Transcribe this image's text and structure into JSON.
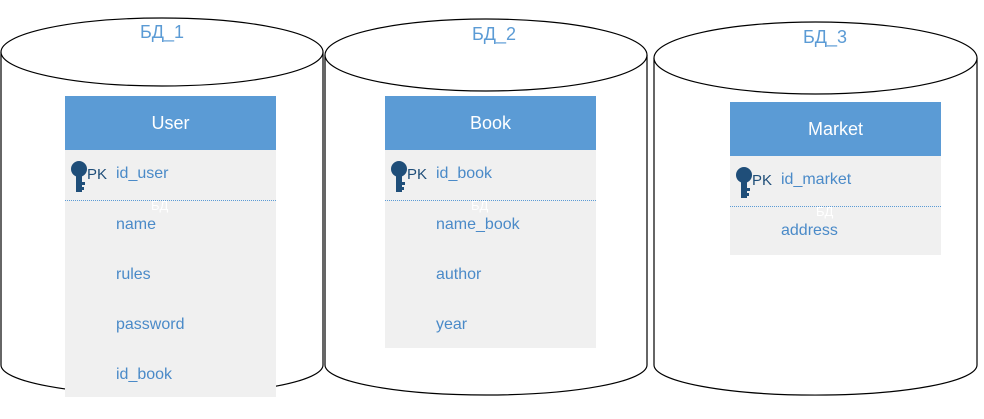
{
  "databases": [
    {
      "title": "БД_1"
    },
    {
      "title": "БД_2"
    },
    {
      "title": "БД_3"
    }
  ],
  "tables": [
    {
      "name": "User",
      "pk_label": "PK",
      "pk_field": "id_user",
      "ghost": "БД",
      "fields": [
        "name",
        "rules",
        "password",
        "id_book"
      ]
    },
    {
      "name": "Book",
      "pk_label": "PK",
      "pk_field": "id_book",
      "ghost": "БД",
      "fields": [
        "name_book",
        "author",
        "year"
      ]
    },
    {
      "name": "Market",
      "pk_label": "PK",
      "pk_field": "id_market",
      "ghost": "БД",
      "fields": [
        "address"
      ]
    }
  ]
}
